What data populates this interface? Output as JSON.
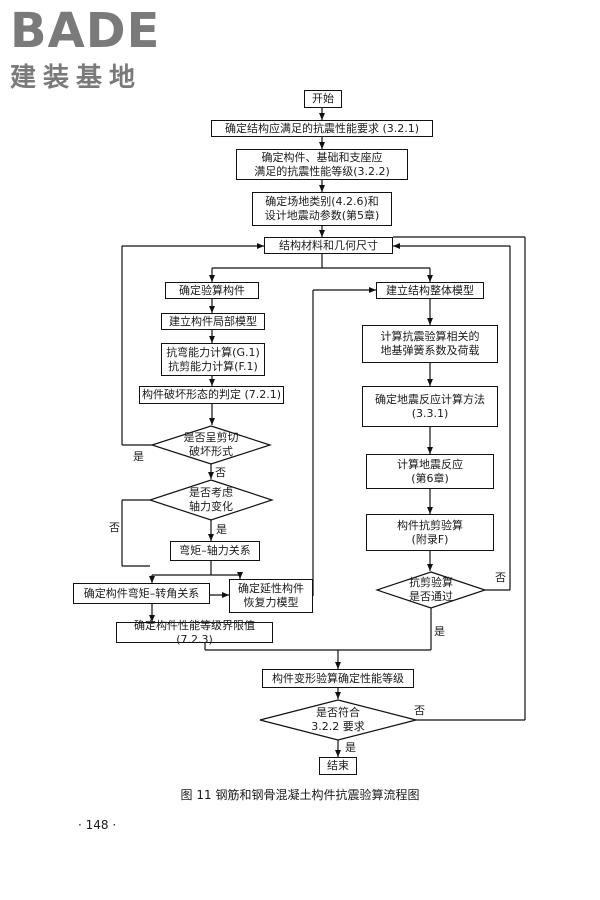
{
  "logo": {
    "word": "BADE",
    "subtitle": "建装基地"
  },
  "flowchart": {
    "start": "开始",
    "step_321": "确定结构应满足的抗震性能要求 (3.2.1)",
    "step_322": "确定构件、基础和支座应\n满足的抗震性能等级(3.2.2)",
    "step_site": "确定场地类别(4.2.6)和\n设计地震动参数(第5章)",
    "materials": "结构材料和几何尺寸",
    "check_members": "确定验算构件",
    "local_model": "建立构件局部模型",
    "capacity": "抗弯能力计算(G.1)\n抗剪能力计算(F.1)",
    "failure_mode": "构件破坏形态的判定 (7.2.1)",
    "shear_q": "是否呈剪切\n破坏形式",
    "axial_q": "是否考虑\n轴力变化",
    "moment_axial": "弯矩–轴力关系",
    "moment_rotation": "确定构件弯矩–转角关系",
    "ductile_model": "确定延性构件\n恢复力模型",
    "limit_values": "确定构件性能等级界限值 (7.2.3)",
    "global_model": "建立结构整体模型",
    "spring_coeff": "计算抗震验算相关的\n地基弹簧系数及荷载",
    "method": "确定地震反应计算方法\n(3.3.1)",
    "response": "计算地震反应\n(第6章)",
    "shear_check": "构件抗剪验算\n(附录F)",
    "shear_pass_q": "抗剪验算\n是否通过",
    "deform_check": "构件变形验算确定性能等级",
    "meet_q": "是否符合\n3.2.2 要求",
    "end": "结束",
    "labels": {
      "yes": "是",
      "no": "否"
    }
  },
  "caption": "图 11   钢筋和钢骨混凝土构件抗震验算流程图",
  "page_number": "· 148 ·"
}
